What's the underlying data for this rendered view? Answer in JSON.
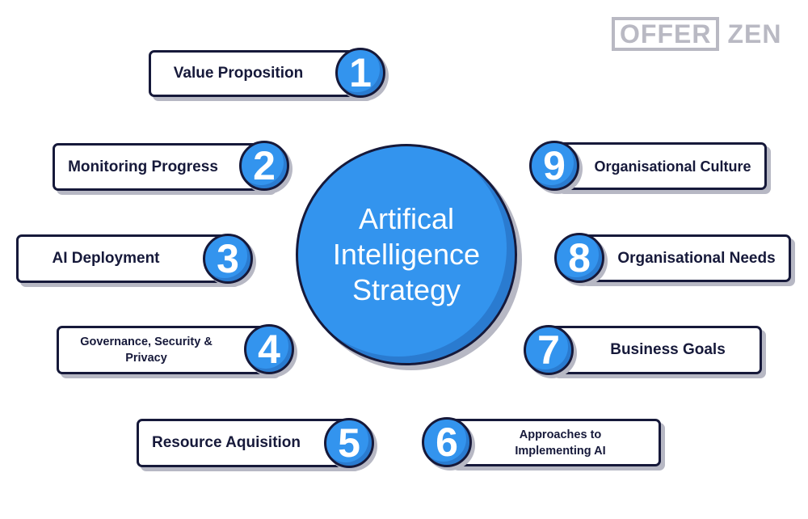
{
  "logo": {
    "boxed_text": "OFFER",
    "plain_text": "ZEN",
    "color": "#b9b9c3"
  },
  "center": {
    "lines": [
      "Artifical",
      "Intelligence",
      "Strategy"
    ],
    "fill": "#3394ee"
  },
  "items": [
    {
      "number": "1",
      "label": "Value Proposition"
    },
    {
      "number": "2",
      "label": "Monitoring Progress"
    },
    {
      "number": "3",
      "label": "AI Deployment"
    },
    {
      "number": "4",
      "label_lines": [
        "Governance, Security &",
        "Privacy"
      ]
    },
    {
      "number": "5",
      "label": "Resource Aquisition"
    },
    {
      "number": "6",
      "label_lines": [
        "Approaches to",
        "Implementing AI"
      ]
    },
    {
      "number": "7",
      "label": "Business Goals"
    },
    {
      "number": "8",
      "label": "Organisational Needs"
    },
    {
      "number": "9",
      "label": "Organisational Culture"
    }
  ],
  "colors": {
    "outline": "#16193a",
    "accent": "#3394ee",
    "shadow": "#b7b8c4"
  }
}
